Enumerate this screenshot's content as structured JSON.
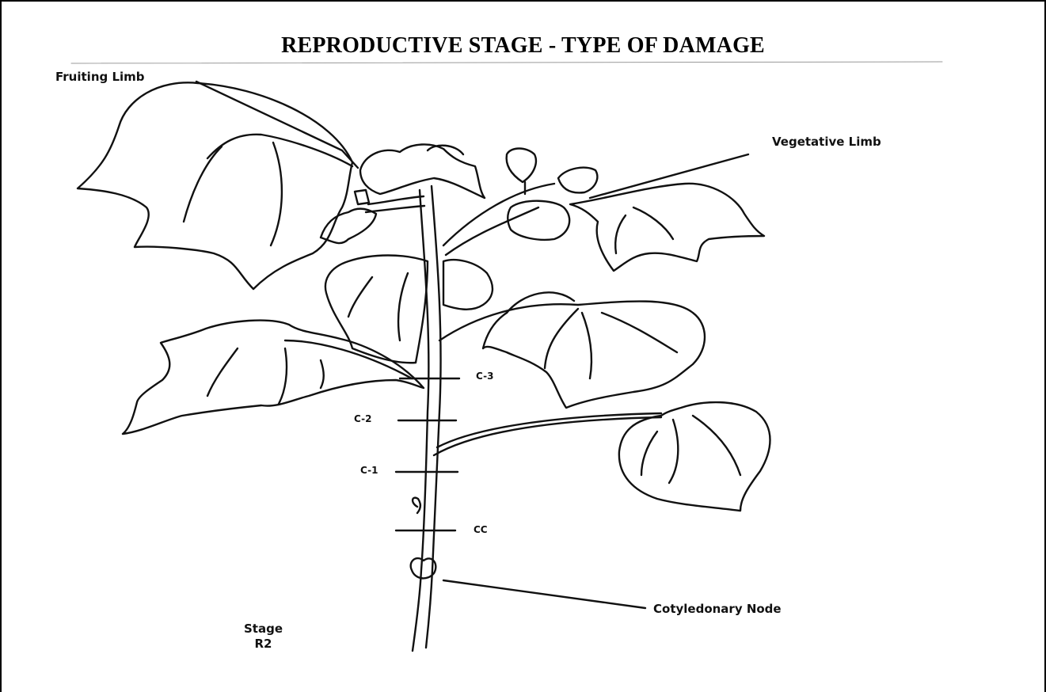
{
  "title": "REPRODUCTIVE STAGE - TYPE OF DAMAGE",
  "labels": {
    "fruiting_limb": "Fruiting Limb",
    "vegetative_limb": "Vegetative Limb",
    "cotyledonary_node": "Cotyledonary Node",
    "stage_line1": "Stage",
    "stage_line2": "R2",
    "c3": "C-3",
    "c2": "C-2",
    "c1": "C-1",
    "cc": "CC"
  }
}
